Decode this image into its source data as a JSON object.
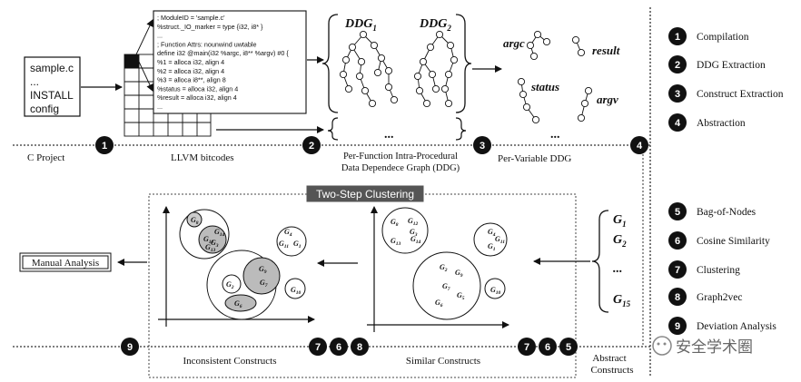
{
  "input_box": {
    "lines": [
      "sample.c",
      "...",
      "INSTALL",
      "config"
    ]
  },
  "bitcode_lines": [
    "; ModuleID = 'sample.c'",
    "%struct._IO_marker = type {i32, i8* }",
    "...",
    "; Function Attrs: nounwind uwtable",
    "define i32 @main(i32 %argc, i8** %argv) #0 {",
    "%1 = alloca i32, align 4",
    "%2 = alloca i32, align 4",
    "%3 = alloca i8**, align 8",
    "%status = alloca i32, align 4",
    "%result = alloca i32, align 4",
    "..."
  ],
  "ddg_labels": {
    "ddg1": "DDG",
    "ddg1_sub": "1",
    "ddg2": "DDG",
    "ddg2_sub": "2",
    "ellipsis": "..."
  },
  "var_labels": {
    "argc": "argc",
    "result": "result",
    "status": "status",
    "argv": "argv",
    "ellipsis": "..."
  },
  "stage_labels": {
    "c_project": "C Project",
    "llvm": "LLVM bitcodes",
    "per_function_1": "Per-Function Intra-Procedural",
    "per_function_2": "Data Dependece Graph (DDG)",
    "per_variable": "Per-Variable DDG",
    "inconsistent": "Inconsistent Constructs",
    "similar": "Similar Constructs",
    "abstract_1": "Abstract",
    "abstract_2": "Constructs",
    "manual": "Manual Analysis",
    "clustering_title": "Two-Step Clustering"
  },
  "g_list": [
    {
      "g": "G",
      "sub": "1"
    },
    {
      "g": "G",
      "sub": "2"
    },
    {
      "g": "...",
      "sub": ""
    },
    {
      "g": "G",
      "sub": "15"
    }
  ],
  "legend": [
    {
      "num": "1",
      "label": "Compilation"
    },
    {
      "num": "2",
      "label": "DDG Extraction"
    },
    {
      "num": "3",
      "label": "Construct Extraction"
    },
    {
      "num": "4",
      "label": "Abstraction"
    },
    {
      "num": "5",
      "label": "Bag-of-Nodes"
    },
    {
      "num": "6",
      "label": "Cosine Similarity"
    },
    {
      "num": "7",
      "label": "Clustering"
    },
    {
      "num": "8",
      "label": "Graph2vec"
    },
    {
      "num": "9",
      "label": "Deviation Analysis"
    }
  ],
  "badges": {
    "b1": "1",
    "b2": "2",
    "b3": "3",
    "b4": "4",
    "inc_7": "7",
    "inc_6": "6",
    "inc_8": "8",
    "sim_7": "7",
    "sim_6": "6",
    "sim_5": "5",
    "b9": "9"
  },
  "cluster_labels": {
    "left_g8": "G8",
    "left_g14": "G14",
    "left_g12": "G12",
    "left_g3": "G3",
    "left_g13": "G13",
    "left_g4": "G4",
    "left_g11": "G11",
    "left_g1": "G1",
    "left_g9": "G9",
    "left_g7": "G7",
    "left_g2": "G2",
    "left_g6": "G6",
    "left_g10": "G10",
    "right_g8": "G8",
    "right_g12": "G12",
    "right_g3": "G3",
    "right_g13": "G13",
    "right_g14": "G14",
    "right_g4": "G4",
    "right_g11": "G11",
    "right_g1": "G1",
    "right_g2": "G2",
    "right_g9": "G9",
    "right_g7": "G7",
    "right_g5": "G5",
    "right_g6": "G6",
    "right_g10": "G10"
  },
  "watermark": "安全学术圈"
}
